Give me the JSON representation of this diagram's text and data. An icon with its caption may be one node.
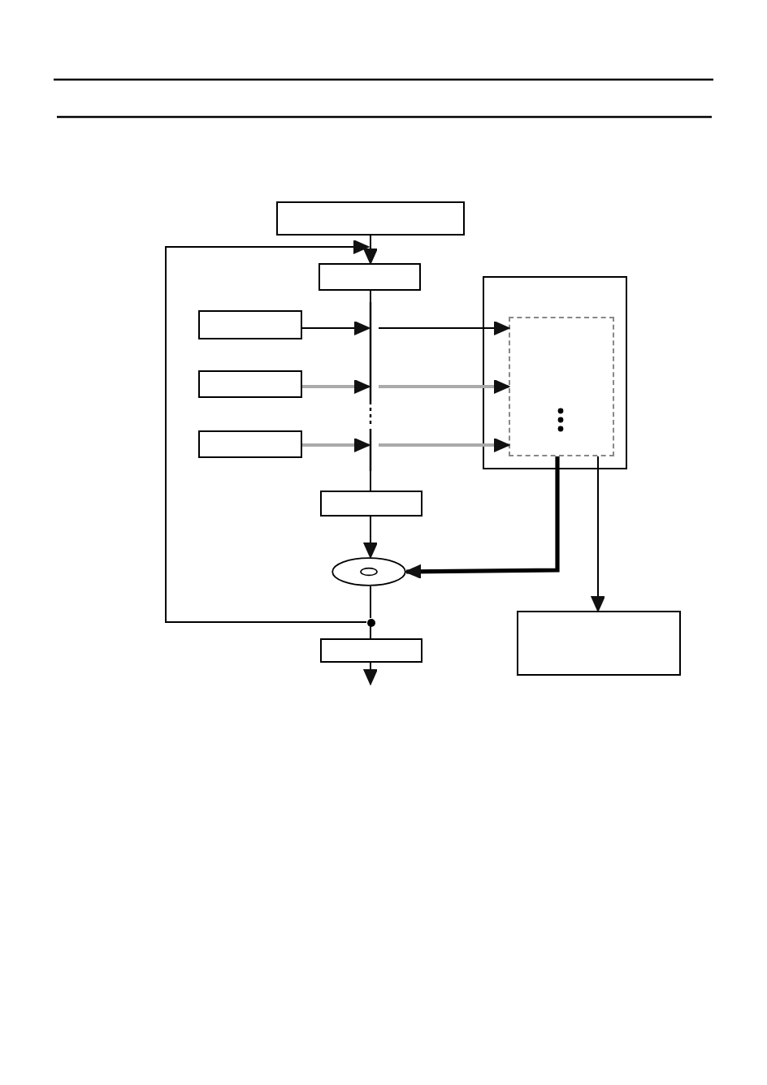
{
  "diagram": {
    "nodes": [
      {
        "text": [],
        "shape": "box"
      },
      {
        "text": [],
        "shape": "box"
      },
      {
        "text": [],
        "shape": "box"
      },
      {
        "text": [],
        "shape": "box"
      },
      {
        "text": [],
        "shape": "box"
      },
      {
        "text": [],
        "shape": "box"
      },
      {
        "text": [],
        "shape": "box",
        "in": 5
      },
      {
        "text": [],
        "shape": "box"
      },
      {
        "text": [],
        "shape": "disc"
      },
      {
        "text": [],
        "shape": "box"
      },
      {
        "text": [],
        "shape": "box"
      },
      {
        "text": [],
        "shape": "circle"
      },
      {
        "text": [],
        "shape": "bar"
      }
    ],
    "edges": [
      {
        "from": 0,
        "to": 1,
        "arrow": "to"
      },
      {
        "from": 1,
        "to": 12,
        "arrow": "none"
      },
      {
        "from": 7,
        "to": 8,
        "arrow": "to"
      },
      {
        "from": 8,
        "to": 11,
        "arrow": "none"
      },
      {
        "from": 11,
        "to": 9,
        "arrow": "none"
      },
      {
        "from": 9,
        "to": null,
        "arrow": "to"
      },
      {
        "from": 11,
        "to": 1,
        "arrow": "to"
      },
      {
        "from": 2,
        "to": 12,
        "arrow": "to"
      },
      {
        "from": 12,
        "to": 6,
        "arrow": "to"
      },
      {
        "from": 3,
        "to": 12,
        "arrow": "to",
        "color": "#aaaaaa"
      },
      {
        "from": 12,
        "to": 6,
        "arrow": "to",
        "color": "#aaaaaa"
      },
      {
        "from": 4,
        "to": 12,
        "arrow": "to",
        "color": "#aaaaaa"
      },
      {
        "from": 12,
        "to": 6,
        "arrow": "to",
        "color": "#aaaaaa"
      },
      {
        "from": 6,
        "to": 8,
        "arrow": "to",
        "style": "thick"
      },
      {
        "from": 6,
        "to": 10,
        "arrow": "to"
      },
      {
        "from": 12,
        "to": 7,
        "arrow": "none"
      }
    ]
  }
}
